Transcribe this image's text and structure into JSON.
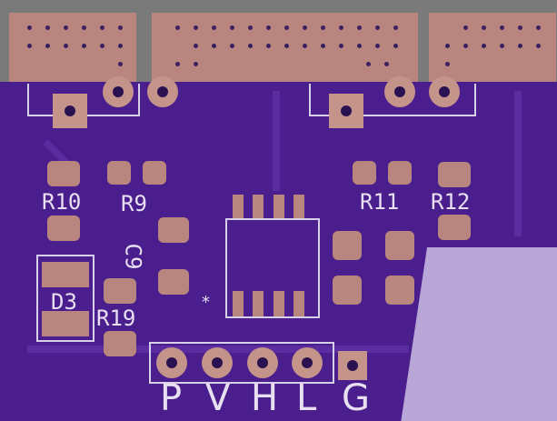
{
  "components": {
    "r10": "R10",
    "r9": "R9",
    "r11": "R11",
    "r12": "R12",
    "c9": "C9",
    "d3": "D3",
    "r19": "R19",
    "marker": "*"
  },
  "header_pins": [
    "P",
    "V",
    "H",
    "L",
    "G"
  ],
  "colors": {
    "board": "#4a1e8c",
    "copper": "#b8867e",
    "silkscreen": "#e8dff0",
    "pour": "#b7a6d6"
  }
}
